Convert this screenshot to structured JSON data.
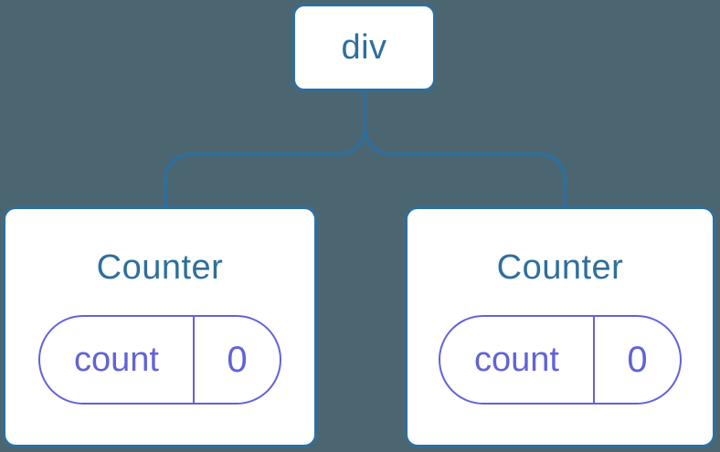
{
  "diagram": {
    "kind": "component-tree",
    "colors": {
      "background": "#4C6671",
      "node_blue": "#2E6F9E",
      "state_purple": "#6262D8",
      "card_fill": "#FFFFFF"
    },
    "root": {
      "label": "div"
    },
    "children": [
      {
        "title": "Counter",
        "state": {
          "key": "count",
          "value": "0"
        }
      },
      {
        "title": "Counter",
        "state": {
          "key": "count",
          "value": "0"
        }
      }
    ]
  }
}
